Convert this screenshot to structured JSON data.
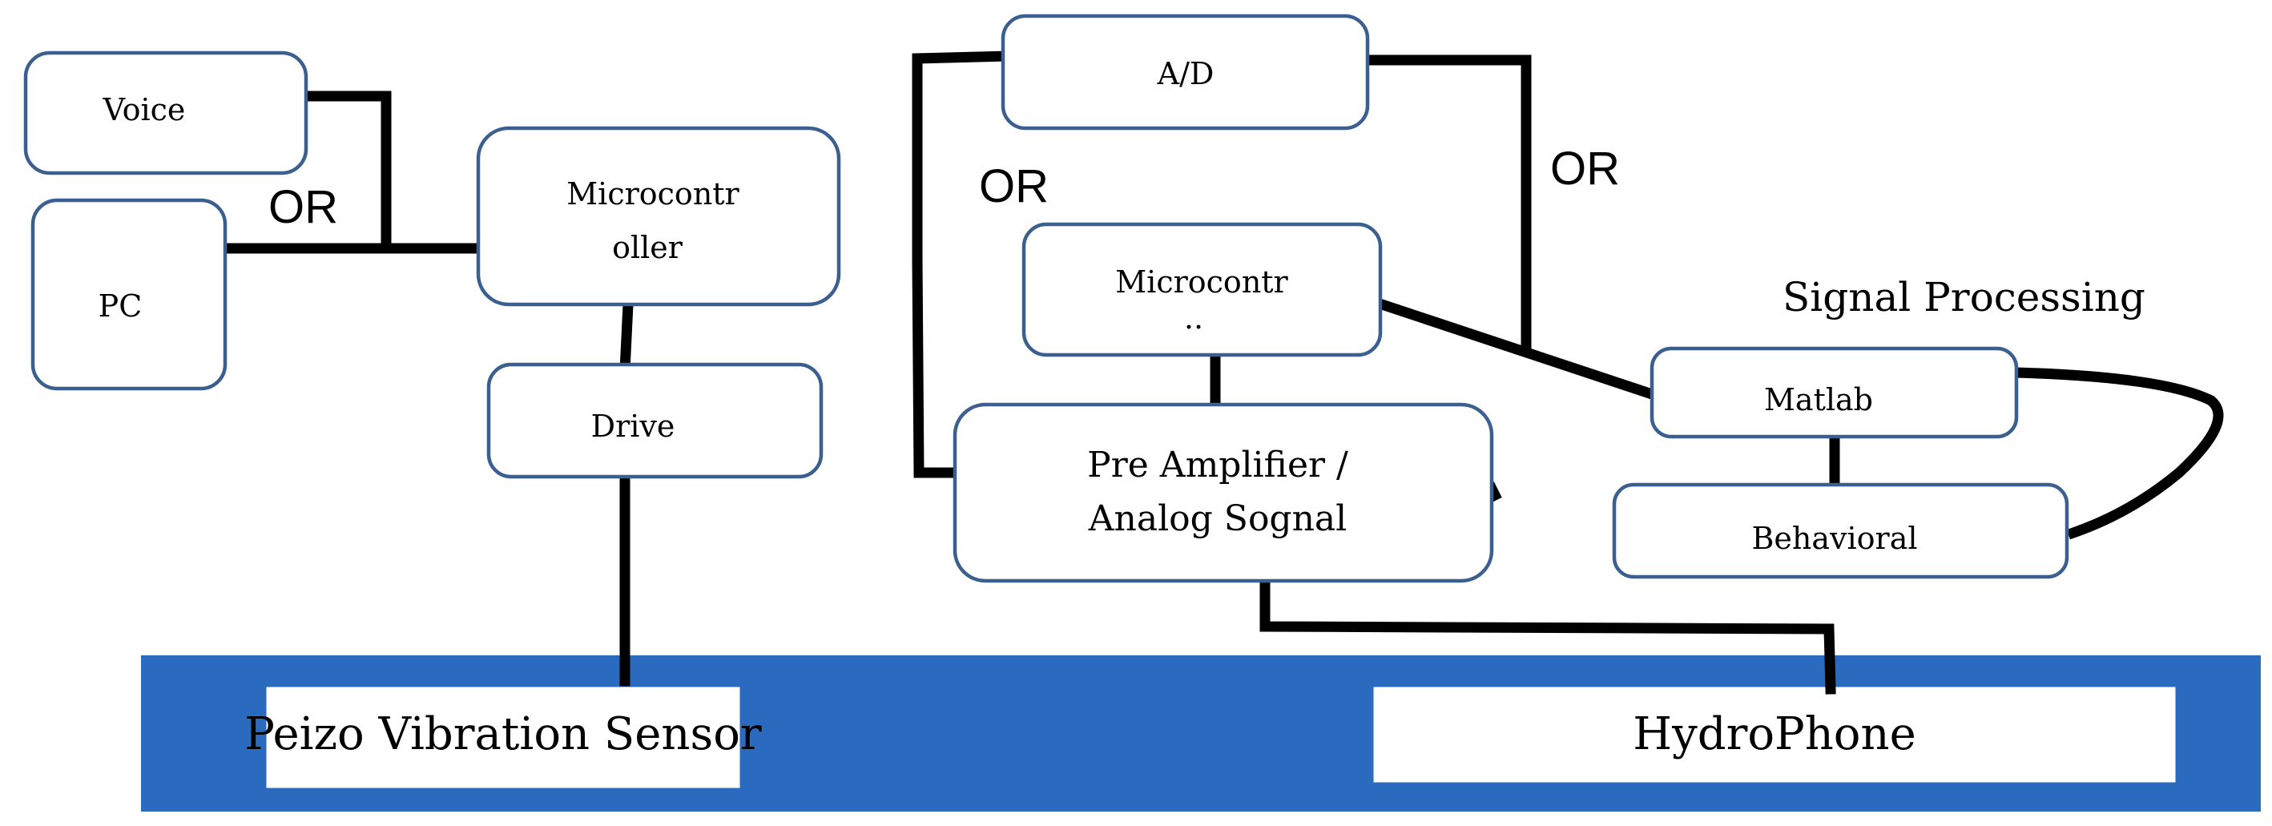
{
  "nodes": {
    "voice": "Voice",
    "pc": "PC",
    "microcontroller_left_line1": "Microcontr",
    "microcontroller_left_line2": "oller",
    "drive": "Drive",
    "ad": "A/D",
    "microcontroller_right_line1": "Microcontr",
    "microcontroller_right_line2": "..",
    "preamp_line1": "Pre Amplifier /",
    "preamp_line2": "Analog Sognal",
    "matlab": "Matlab",
    "behavioral": "Behavioral"
  },
  "labels": {
    "or_left": "OR",
    "or_middle": "OR",
    "or_right": "OR",
    "signal_processing": "Signal Processing"
  },
  "sensors": {
    "left": "Peizo Vibration Sensor",
    "right": "HydroPhone"
  },
  "colors": {
    "box_border": "#3b5f8f",
    "base_bar": "#2a6abf",
    "connector": "#000000"
  }
}
